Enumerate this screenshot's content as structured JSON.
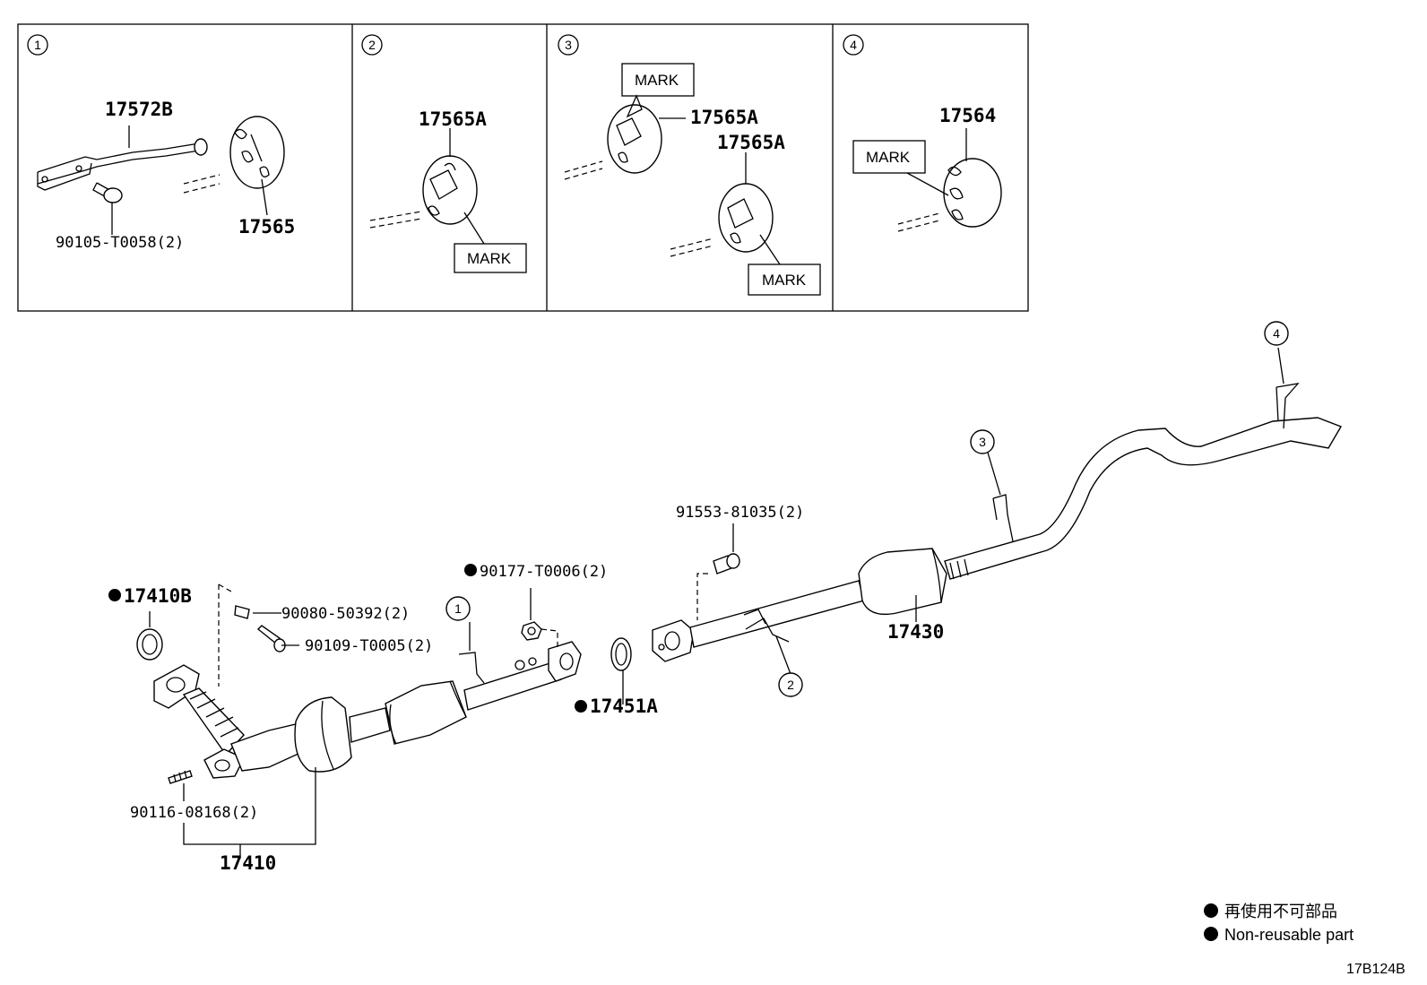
{
  "detail_panels": [
    {
      "number": "1",
      "labels": {
        "bracket": "17572B",
        "bolt": "90105-T0058(2)",
        "insulator": "17565"
      }
    },
    {
      "number": "2",
      "labels": {
        "insulator": "17565A",
        "mark": "MARK"
      }
    },
    {
      "number": "3",
      "labels": {
        "insulator_a": "17565A",
        "insulator_b": "17565A",
        "mark_a": "MARK",
        "mark_b": "MARK"
      }
    },
    {
      "number": "4",
      "labels": {
        "insulator": "17564",
        "mark": "MARK"
      }
    }
  ],
  "parts": {
    "gasket_front": "17410B",
    "bolt_a": "90080-50392(2)",
    "bolt_b": "90109-T0005(2)",
    "nut": "90177-T0006(2)",
    "gasket_center": "17451A",
    "bolt_c": "91553-81035(2)",
    "tailpipe": "17430",
    "stud": "90116-08168(2)",
    "front_pipe": "17410"
  },
  "callouts": [
    "1",
    "2",
    "3",
    "4"
  ],
  "legend": {
    "jp": "再使用不可部品",
    "en": "Non-reusable part"
  },
  "diagram_code": "17B124B"
}
